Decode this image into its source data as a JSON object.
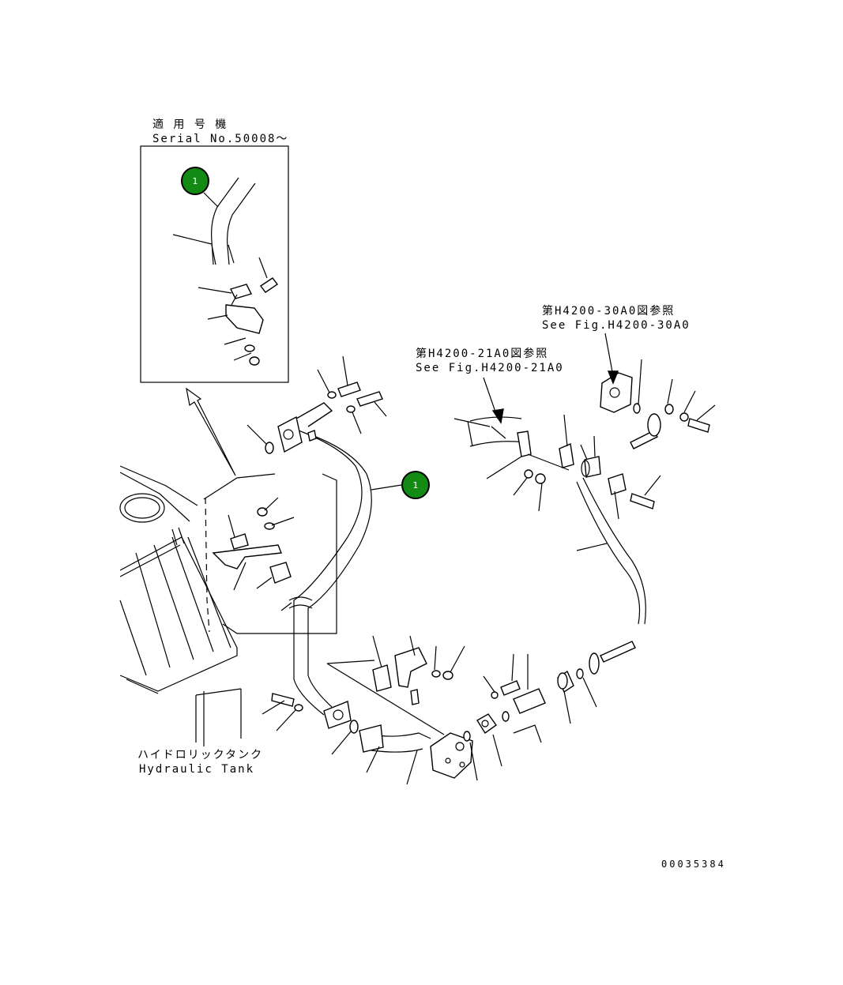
{
  "inset": {
    "serial_jp": "適 用 号 機",
    "serial_en": "Serial No.50008～"
  },
  "ref_a": {
    "jp": "第H4200-30A0図参照",
    "en": "See Fig.H4200-30A0"
  },
  "ref_b": {
    "jp": "第H4200-21A0図参照",
    "en": "See Fig.H4200-21A0"
  },
  "tank": {
    "jp": "ハイドロリックタンク",
    "en": "Hydraulic Tank"
  },
  "callouts": [
    {
      "label": "1"
    },
    {
      "label": "1"
    }
  ],
  "drawing_number": "00035384",
  "colors": {
    "callout_fill": "#138a13",
    "line": "#000000"
  }
}
